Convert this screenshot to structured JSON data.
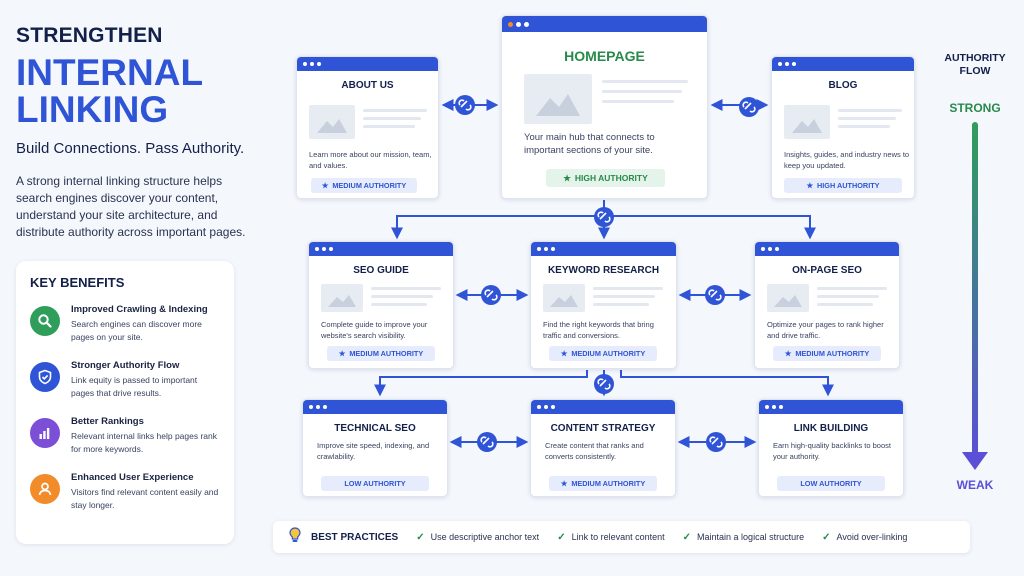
{
  "header": {
    "title_line1": "STRENGTHEN",
    "title_line2a": "INTERNAL",
    "title_line2b": "LINKING",
    "subtitle": "Build Connections. Pass Authority.",
    "intro": "A strong internal linking structure helps search engines discover your content, understand your site architecture, and distribute authority across important pages."
  },
  "benefits": {
    "heading": "KEY BENEFITS",
    "items": [
      {
        "title": "Improved Crawling & Indexing",
        "desc": "Search engines can discover more pages on your site.",
        "icon": "search-icon",
        "color": "#2f9e5a"
      },
      {
        "title": "Stronger Authority Flow",
        "desc": "Link equity is passed to important pages that drive results.",
        "icon": "shield-icon",
        "color": "#2f54d6"
      },
      {
        "title": "Better Rankings",
        "desc": "Relevant internal links help pages rank for more keywords.",
        "icon": "bar-chart-icon",
        "color": "#7b4fd6"
      },
      {
        "title": "Enhanced User Experience",
        "desc": "Visitors find relevant content easily and stay longer.",
        "icon": "user-icon",
        "color": "#f28c2a"
      }
    ]
  },
  "pages": {
    "about": {
      "title": "ABOUT US",
      "desc": "Learn more about our mission, team, and values.",
      "badge": "MEDIUM AUTHORITY"
    },
    "home": {
      "title": "HOMEPAGE",
      "desc": "Your main hub that connects to important sections of your site.",
      "badge": "HIGH AUTHORITY"
    },
    "blog": {
      "title": "BLOG",
      "desc": "Insights, guides, and industry news to keep you updated.",
      "badge": "HIGH AUTHORITY"
    },
    "seo_guide": {
      "title": "SEO GUIDE",
      "desc": "Complete guide to improve your website's search visibility.",
      "badge": "MEDIUM AUTHORITY"
    },
    "keyword": {
      "title": "KEYWORD RESEARCH",
      "desc": "Find the right keywords that bring traffic and conversions.",
      "badge": "MEDIUM AUTHORITY"
    },
    "onpage": {
      "title": "ON-PAGE SEO",
      "desc": "Optimize your pages to rank higher and drive traffic.",
      "badge": "MEDIUM AUTHORITY"
    },
    "technical": {
      "title": "TECHNICAL SEO",
      "desc": "Improve site speed, indexing, and crawlability.",
      "badge": "LOW AUTHORITY"
    },
    "content": {
      "title": "CONTENT STRATEGY",
      "desc": "Create content that ranks and converts consistently.",
      "badge": "MEDIUM AUTHORITY"
    },
    "linkbuilding": {
      "title": "LINK BUILDING",
      "desc": "Earn high-quality backlinks to boost your authority.",
      "badge": "LOW AUTHORITY"
    }
  },
  "flow": {
    "title": "AUTHORITY FLOW",
    "strong": "STRONG",
    "weak": "WEAK",
    "strong_color": "#278a4b",
    "weak_color": "#5a4fd6"
  },
  "best_practices": {
    "title": "BEST PRACTICES",
    "items": [
      "Use descriptive anchor text",
      "Link to relevant content",
      "Maintain a logical structure",
      "Avoid over-linking"
    ]
  },
  "colors": {
    "accent": "#2f54d6",
    "green": "#278a4b"
  }
}
